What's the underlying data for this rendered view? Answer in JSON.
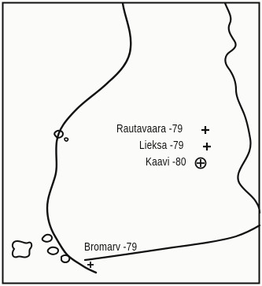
{
  "map": {
    "places": [
      {
        "id": "rautavaara",
        "label": "Rautavaara -79",
        "marker": "plus"
      },
      {
        "id": "lieksa",
        "label": "Lieksa -79",
        "marker": "plus"
      },
      {
        "id": "kaavi",
        "label": "Kaavi -80",
        "marker": "circled-plus"
      },
      {
        "id": "bromarv",
        "label": "Bromarv -79",
        "marker": "plus"
      }
    ],
    "colors": {
      "coastline": "#111111",
      "border": "#111111",
      "background": "#fbfbfa"
    }
  }
}
